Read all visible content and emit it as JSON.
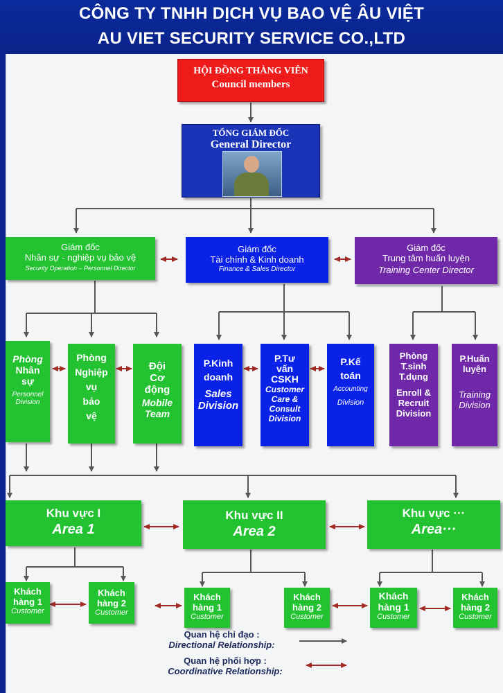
{
  "header": {
    "title_vi": "CÔNG TY TNHH DỊCH VỤ BAO VỆ ÂU VIỆT",
    "title_en": "AU VIET SECURITY SERVICE CO.,LTD"
  },
  "council": {
    "vi": "HỘI ĐỒNG THÀNG VIÊN",
    "en": "Council members"
  },
  "general_director": {
    "vi": "TỔNG GIÁM ĐỐC",
    "en": "General Director"
  },
  "directors": {
    "security": {
      "l1": "Giám đốc",
      "l2": "Nhân sự - nghiệp vụ bảo vệ",
      "en": "Security Operation – Personnel Director"
    },
    "finance": {
      "l1": "Giám đốc",
      "l2": "Tài chính & Kinh doanh",
      "en": "Finance & Sales Director"
    },
    "training": {
      "l1": "Giám đốc",
      "l2": "Trung tâm huấn luyện",
      "en": "Training Center Director"
    }
  },
  "divisions": {
    "personnel": {
      "l1": "Phòng",
      "l2": "Nhân",
      "l3": "sự",
      "en": "Personnel Division"
    },
    "operation": {
      "l1": "Phòng",
      "l2": "Nghiệp",
      "l3": "vụ",
      "l4": "bảo",
      "l5": "vệ"
    },
    "mobile": {
      "l1": "Đội",
      "l2": "Cơ",
      "l3": "động",
      "en": "Mobile Team"
    },
    "sales": {
      "l1": "P.Kinh",
      "l2": "doanh",
      "en1": "Sales",
      "en2": "Division"
    },
    "consult": {
      "l1": "P.Tư",
      "l2": "vấn",
      "l3": "CSKH",
      "en1": "Customer",
      "en2": "Care &",
      "en3": "Consult",
      "en4": "Division"
    },
    "accounting": {
      "l1": "P.Kế",
      "l2": "toán",
      "en1": "Accounting",
      "en2": "Division"
    },
    "enroll": {
      "l1": "Phòng",
      "l2": "T.sinh",
      "l3": "T.dụng",
      "en1": "Enroll &",
      "en2": "Recruit",
      "en3": "Division"
    },
    "training": {
      "l1": "P.Huấn",
      "l2": "luyện",
      "en1": "Training",
      "en2": "Division"
    }
  },
  "areas": [
    {
      "vi": "Khu vực I",
      "en": "Area 1"
    },
    {
      "vi": "Khu vực II",
      "en": "Area 2"
    },
    {
      "vi": "Khu vực ···",
      "en": "Area···"
    }
  ],
  "customers": [
    {
      "l1": "Khách",
      "l2": "hàng 1",
      "en": "Customer"
    },
    {
      "l1": "Khách",
      "l2": "hàng 2",
      "en": "Customer"
    },
    {
      "l1": "Khách",
      "l2": "hàng 1",
      "en": "Customer"
    },
    {
      "l1": "Khách",
      "l2": "hàng 2",
      "en": "Customer"
    },
    {
      "l1": "Khách",
      "l2": "hàng 1",
      "en": "Customer"
    },
    {
      "l1": "Khách",
      "l2": "hàng 2",
      "en": "Customer"
    }
  ],
  "legend": {
    "directional_vi": "Quan hệ chỉ đạo :",
    "directional_en": "Directional Relationship:",
    "coordinative_vi": "Quan hệ phối hợp :",
    "coordinative_en": "Coordinative Relationship:"
  },
  "colors": {
    "header_bg": "#0b2590",
    "green": "#22c231",
    "blue": "#0a22e8",
    "purple": "#6f28a8",
    "red": "#ef1b1b",
    "connector": "#555555",
    "coord_arrow": "#a02a24"
  }
}
